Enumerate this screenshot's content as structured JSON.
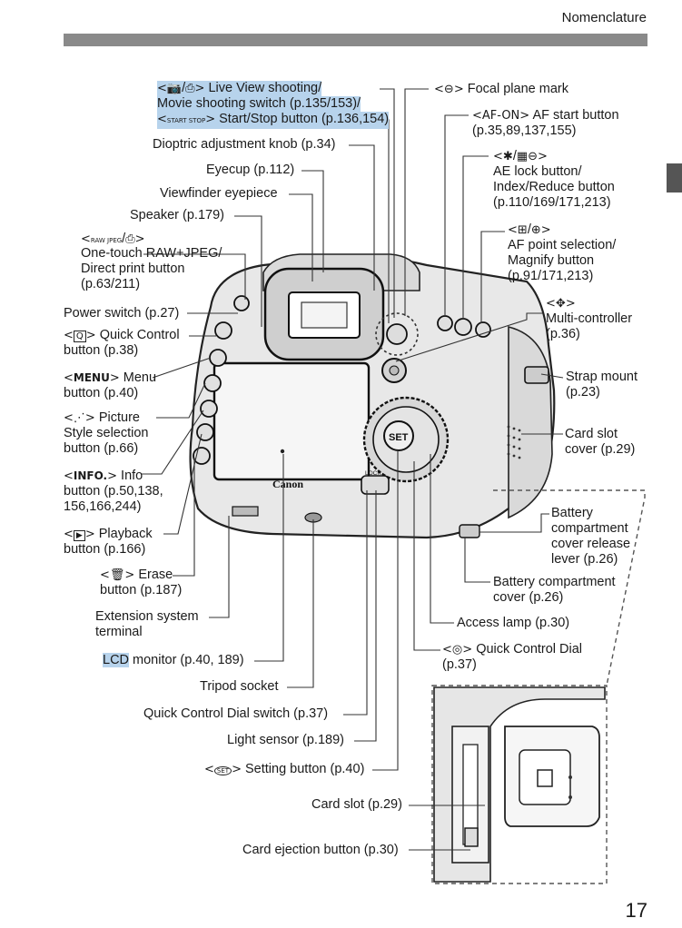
{
  "header": {
    "title": "Nomenclature"
  },
  "page_number": "17",
  "glyphs": {
    "lt": "<",
    "gt": ">",
    "slash": "/",
    "camera": "📷",
    "movie": "⎙",
    "print": "⎙",
    "start_stop": "START STOP",
    "focal_plane": "⊖",
    "af_on": "AF-ON",
    "ae_lock": "✱",
    "index": "▦",
    "reduce": "⊖",
    "af_point": "⊞",
    "magnify": "⊕",
    "multi_controller": "✥",
    "quick_control": "Q",
    "menu": "MENU",
    "picture_style": "⋰",
    "info": "INFO.",
    "playback": "▶",
    "erase": "🗑",
    "set": "SET",
    "raw": "RAW JPEG",
    "dial": "◎"
  },
  "left_labels": {
    "live_view_1": "Live View shooting/",
    "live_view_2": "Movie shooting switch (p.135/153)/",
    "start_stop": "Start/Stop button (p.136,154)",
    "dioptric": "Dioptric adjustment knob (p.34)",
    "eyecup": "Eyecup (p.112)",
    "viewfinder": "Viewfinder eyepiece",
    "speaker": "Speaker (p.179)",
    "raw_1": "One-touch RAW+JPEG/",
    "raw_2": "Direct print button",
    "raw_3": "(p.63/211)",
    "power": "Power switch (p.27)",
    "qc_1": "Quick Control",
    "qc_2": "button (p.38)",
    "menu_1": "Menu",
    "menu_2": "button (p.40)",
    "ps_1": "Picture",
    "ps_2": "Style selection",
    "ps_3": "button (p.66)",
    "info_1": "Info",
    "info_2": "button (p.50,138,",
    "info_3": "156,166,244)",
    "play_1": "Playback",
    "play_2": "button (p.166)",
    "erase_1": "Erase",
    "erase_2": "button (p.187)",
    "ext_1": "Extension system",
    "ext_2": "terminal",
    "lcd_word": "LCD",
    "lcd_rest": " monitor (p.40, 189)",
    "tripod": "Tripod socket",
    "qcd_switch": "Quick Control Dial switch (p.37)",
    "light": "Light sensor (p.189)",
    "setting": "Setting button (p.40)",
    "card_slot": "Card slot (p.29)",
    "card_eject": "Card ejection button (p.30)"
  },
  "right_labels": {
    "focal": "Focal plane mark",
    "af_start_1": "AF start button",
    "af_start_2": "(p.35,89,137,155)",
    "ae_1": "AE lock button/",
    "ae_2": "Index/Reduce button",
    "ae_3": "(p.110/169/171,213)",
    "afp_1": "AF point selection/",
    "afp_2": "Magnify button",
    "afp_3": "(p.91/171,213)",
    "mc_1": "Multi-controller",
    "mc_2": "(p.36)",
    "strap_1": "Strap mount",
    "strap_2": "(p.23)",
    "cardcover_1": "Card slot",
    "cardcover_2": "cover (p.29)",
    "battlever_1": "Battery",
    "battlever_2": "compartment",
    "battlever_3": "cover release",
    "battlever_4": "lever (p.26)",
    "battcover_1": "Battery compartment",
    "battcover_2": "cover (p.26)",
    "access": "Access lamp (p.30)",
    "qcd_1": "Quick Control Dial",
    "qcd_2": "(p.37)"
  },
  "camera": {
    "brand": "Canon",
    "set_label": "SET",
    "lock_label": "LOCK"
  }
}
